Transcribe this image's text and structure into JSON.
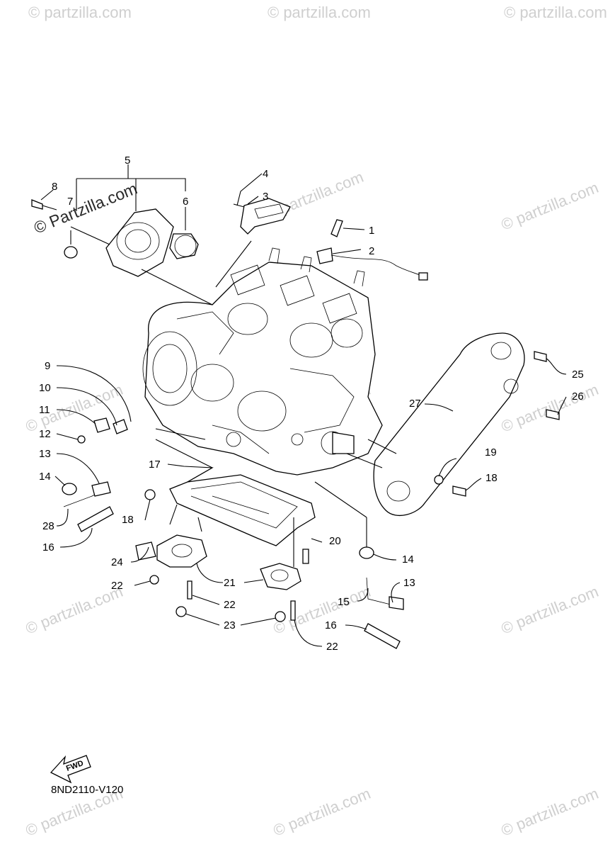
{
  "watermark_text": "© Partzilla.com",
  "watermark_lower": "© partzilla.com",
  "diagram_code": "8ND2110-V120",
  "fwd_label": "FWD",
  "callouts": [
    "1",
    "2",
    "3",
    "4",
    "5",
    "6",
    "7",
    "8",
    "9",
    "10",
    "11",
    "12",
    "13",
    "14",
    "15",
    "16",
    "17",
    "18",
    "19",
    "20",
    "21",
    "22",
    "23",
    "24",
    "25",
    "26",
    "27",
    "28"
  ],
  "repeat_callouts": {
    "c13b": "13",
    "c14b": "14",
    "c16b": "16",
    "c18b": "18",
    "c22b": "22",
    "c22c": "22"
  }
}
